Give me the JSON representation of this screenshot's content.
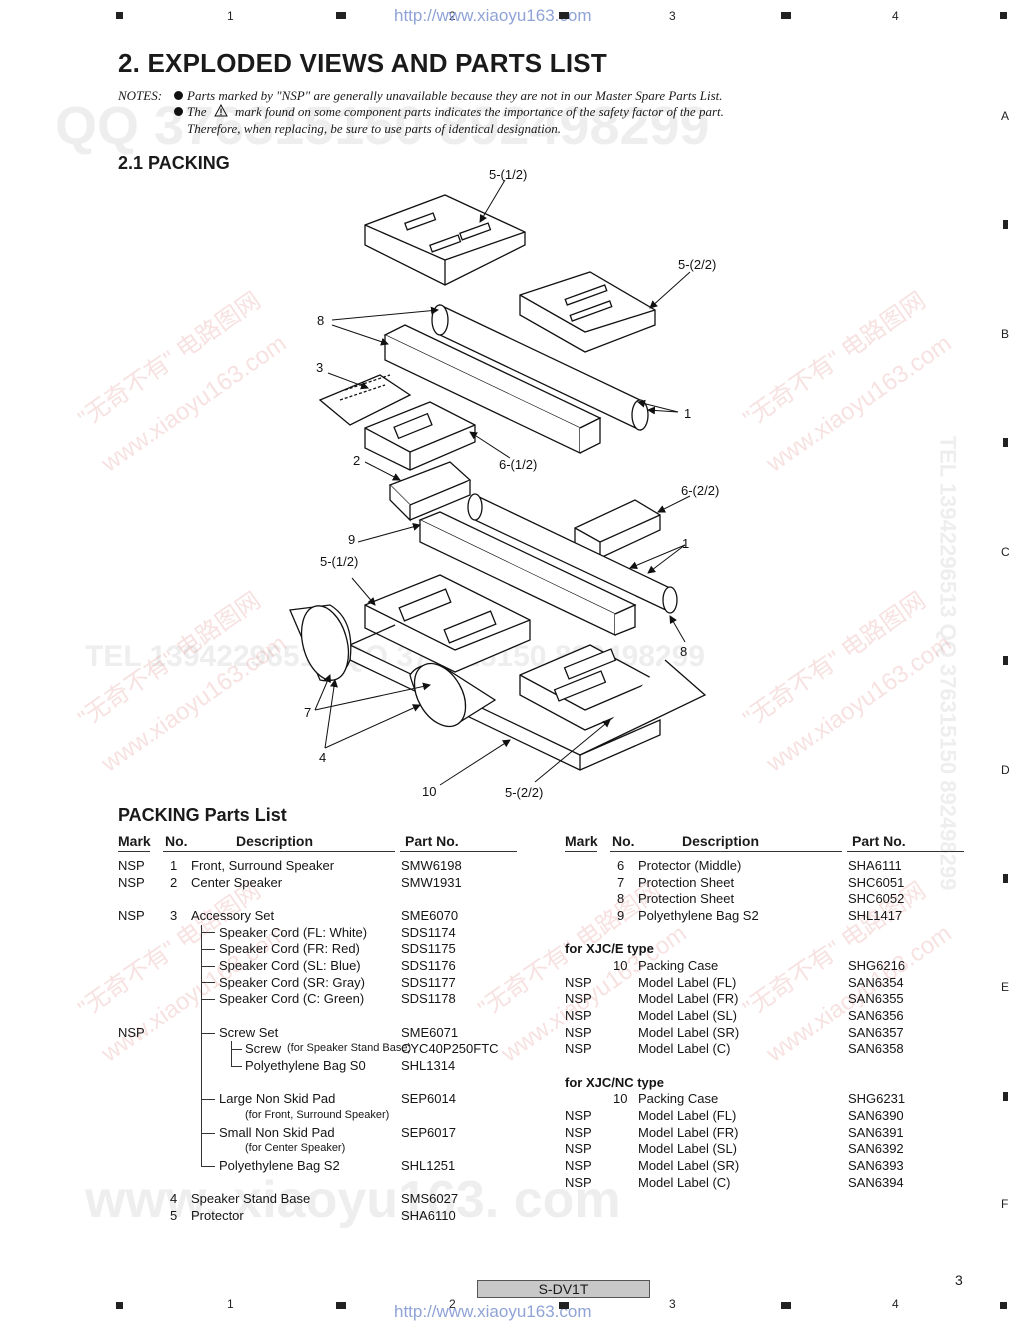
{
  "header": {
    "url": "http://www.xiaoyu163.com",
    "col_numbers": [
      "1",
      "2",
      "3",
      "4"
    ],
    "row_letters": [
      "A",
      "B",
      "C",
      "D",
      "E",
      "F"
    ]
  },
  "title": "2. EXPLODED VIEWS AND PARTS LIST",
  "notes": {
    "label": "NOTES:",
    "line1": "Parts marked by \"NSP\" are generally unavailable because they are not in our Master Spare Parts List.",
    "line2a": "The",
    "line2b": "mark found on some component parts indicates the importance of the safety factor of the part.",
    "line3": "Therefore, when replacing, be sure to use parts of identical designation."
  },
  "section_title": "2.1    PACKING",
  "diagram_callouts": {
    "c1": "5-(1/2)",
    "c2": "5-(2/2)",
    "c3": "8",
    "c4": "3",
    "c5": "1",
    "c6": "2",
    "c7": "6-(1/2)",
    "c8": "6-(2/2)",
    "c9": "9",
    "c10": "1",
    "c11": "5-(1/2)",
    "c12": "8",
    "c13": "7",
    "c14": "4",
    "c15": "10",
    "c16": "5-(2/2)"
  },
  "parts_list_title": "PACKING Parts List",
  "table_headers": {
    "mark": "Mark",
    "no": "No.",
    "description": "Description",
    "part_no": "Part No."
  },
  "left_rows": [
    {
      "mark": "NSP",
      "no": "1",
      "desc": "Front, Surround Speaker",
      "part": "SMW6198"
    },
    {
      "mark": "NSP",
      "no": "2",
      "desc": "Center Speaker",
      "part": "SMW1931"
    },
    {
      "mark": "NSP",
      "no": "3",
      "desc": "Accessory Set",
      "part": "SME6070"
    },
    {
      "mark": "",
      "no": "",
      "desc": "Speaker Cord (FL: White)",
      "part": "SDS1174"
    },
    {
      "mark": "",
      "no": "",
      "desc": "Speaker Cord (FR: Red)",
      "part": "SDS1175"
    },
    {
      "mark": "",
      "no": "",
      "desc": "Speaker Cord (SL: Blue)",
      "part": "SDS1176"
    },
    {
      "mark": "",
      "no": "",
      "desc": "Speaker Cord (SR: Gray)",
      "part": "SDS1177"
    },
    {
      "mark": "",
      "no": "",
      "desc": "Speaker Cord (C: Green)",
      "part": "SDS1178"
    },
    {
      "mark": "NSP",
      "no": "",
      "desc": "Screw Set",
      "part": "SME6071"
    },
    {
      "mark": "",
      "no": "",
      "desc": "Screw",
      "desc_small": "(for Speaker Stand Base)",
      "part": "CYC40P250FTC"
    },
    {
      "mark": "",
      "no": "",
      "desc": "Polyethylene Bag S0",
      "part": "SHL1314"
    },
    {
      "mark": "",
      "no": "",
      "desc": "Large Non Skid Pad",
      "part": "SEP6014"
    },
    {
      "mark": "",
      "no": "",
      "desc": "(for Front, Surround Speaker)",
      "part": ""
    },
    {
      "mark": "",
      "no": "",
      "desc": "Small Non Skid Pad",
      "part": "SEP6017"
    },
    {
      "mark": "",
      "no": "",
      "desc": "(for Center Speaker)",
      "part": ""
    },
    {
      "mark": "",
      "no": "",
      "desc": "Polyethylene Bag S2",
      "part": "SHL1251"
    },
    {
      "mark": "",
      "no": "4",
      "desc": "Speaker Stand Base",
      "part": "SMS6027"
    },
    {
      "mark": "",
      "no": "5",
      "desc": "Protector",
      "part": "SHA6110"
    }
  ],
  "right_rows": [
    {
      "mark": "",
      "no": "6",
      "desc": "Protector (Middle)",
      "part": "SHA6111"
    },
    {
      "mark": "",
      "no": "7",
      "desc": "Protection Sheet",
      "part": "SHC6051"
    },
    {
      "mark": "",
      "no": "8",
      "desc": "Protection Sheet",
      "part": "SHC6052"
    },
    {
      "mark": "",
      "no": "9",
      "desc": "Polyethylene Bag S2",
      "part": "SHL1417"
    },
    {
      "heading": "for XJC/E type"
    },
    {
      "mark": "",
      "no": "10",
      "desc": "Packing Case",
      "part": "SHG6216"
    },
    {
      "mark": "NSP",
      "no": "",
      "desc": "Model Label (FL)",
      "part": "SAN6354"
    },
    {
      "mark": "NSP",
      "no": "",
      "desc": "Model Label (FR)",
      "part": "SAN6355"
    },
    {
      "mark": "NSP",
      "no": "",
      "desc": "Model Label (SL)",
      "part": "SAN6356"
    },
    {
      "mark": "NSP",
      "no": "",
      "desc": "Model Label (SR)",
      "part": "SAN6357"
    },
    {
      "mark": "NSP",
      "no": "",
      "desc": "Model Label (C)",
      "part": "SAN6358"
    },
    {
      "heading": "for XJC/NC type"
    },
    {
      "mark": "",
      "no": "10",
      "desc": "Packing Case",
      "part": "SHG6231"
    },
    {
      "mark": "NSP",
      "no": "",
      "desc": "Model Label (FL)",
      "part": "SAN6390"
    },
    {
      "mark": "NSP",
      "no": "",
      "desc": "Model Label (FR)",
      "part": "SAN6391"
    },
    {
      "mark": "NSP",
      "no": "",
      "desc": "Model Label (SL)",
      "part": "SAN6392"
    },
    {
      "mark": "NSP",
      "no": "",
      "desc": "Model Label (SR)",
      "part": "SAN6393"
    },
    {
      "mark": "NSP",
      "no": "",
      "desc": "Model Label (C)",
      "part": "SAN6394"
    }
  ],
  "watermarks": {
    "qq": "QQ 376315150  892498299",
    "tel": "TEL 13942296513  QQ 376315150  892498299",
    "www": "www. xiaoyu163. com",
    "side": "TEL 13942296513  QQ 376315150  892498299",
    "cn": "\"无奇不有\" 电路图网",
    "cnurl": "www.xiaoyu163.com"
  },
  "footer": {
    "model": "S-DV1T",
    "page": "3"
  }
}
